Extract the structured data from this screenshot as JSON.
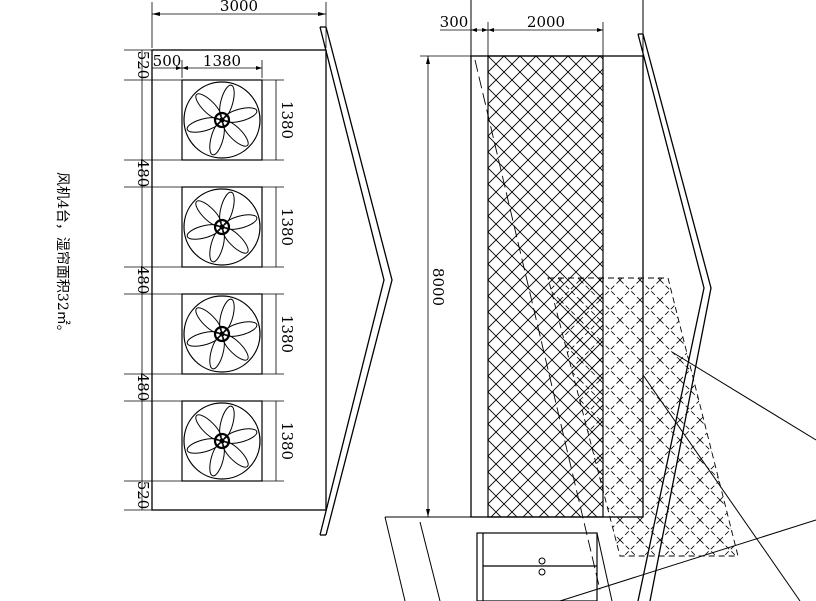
{
  "colors": {
    "line": "#000000",
    "background": "#ffffff",
    "hatch": "#000000"
  },
  "note": "风机4台，湿帘面积32㎡。",
  "fan_count": 4,
  "fan_icon": "fan-icon",
  "left_view": {
    "width_label": "3000",
    "offset_label": "500",
    "fan_width_label": "1380",
    "row_labels": [
      "520",
      "480",
      "480",
      "480",
      "520"
    ],
    "fan_height_labels": [
      "1380",
      "1380",
      "1380",
      "1380"
    ]
  },
  "right_view": {
    "offset_label": "300",
    "pad_width_label": "2000",
    "height_label": "8000"
  }
}
